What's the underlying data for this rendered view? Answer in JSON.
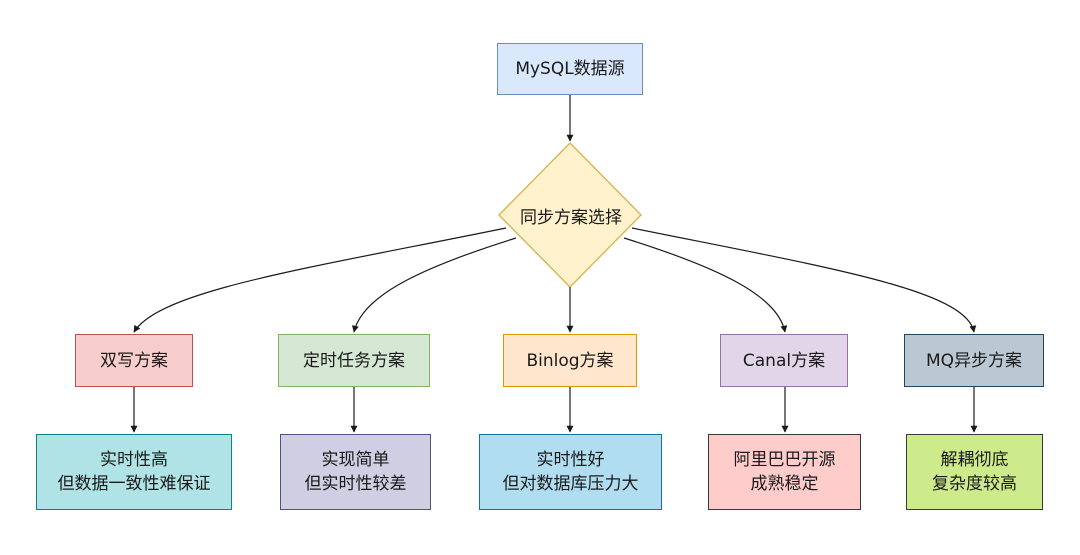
{
  "root": {
    "label": "MySQL数据源",
    "fill": "#dae8fc",
    "stroke": "#6c8ebf"
  },
  "decision": {
    "label": "同步方案选择",
    "fill": "#fff2cc",
    "stroke": "#d6b656"
  },
  "options": [
    {
      "name": "双写方案",
      "desc": [
        "实时性高",
        "但数据一致性难保证"
      ],
      "fill": "#f8cecc",
      "stroke": "#b85450",
      "desc_fill": "#b0e3e6",
      "desc_stroke": "#0e8088"
    },
    {
      "name": "定时任务方案",
      "desc": [
        "实现简单",
        "但实时性较差"
      ],
      "fill": "#d5e8d4",
      "stroke": "#82b366",
      "desc_fill": "#d0cee2",
      "desc_stroke": "#56517e"
    },
    {
      "name": "Binlog方案",
      "desc": [
        "实时性好",
        "但对数据库压力大"
      ],
      "fill": "#ffe6cc",
      "stroke": "#d79b00",
      "desc_fill": "#b1ddf0",
      "desc_stroke": "#10739e"
    },
    {
      "name": "Canal方案",
      "desc": [
        "阿里巴巴开源",
        "成熟稳定"
      ],
      "fill": "#e1d5e7",
      "stroke": "#9673a6",
      "desc_fill": "#ffcccc",
      "desc_stroke": "#36393d"
    },
    {
      "name": "MQ异步方案",
      "desc": [
        "解耦彻底",
        "复杂度较高"
      ],
      "fill": "#bac8d3",
      "stroke": "#23445d",
      "desc_fill": "#cdeb8b",
      "desc_stroke": "#36393d"
    }
  ]
}
